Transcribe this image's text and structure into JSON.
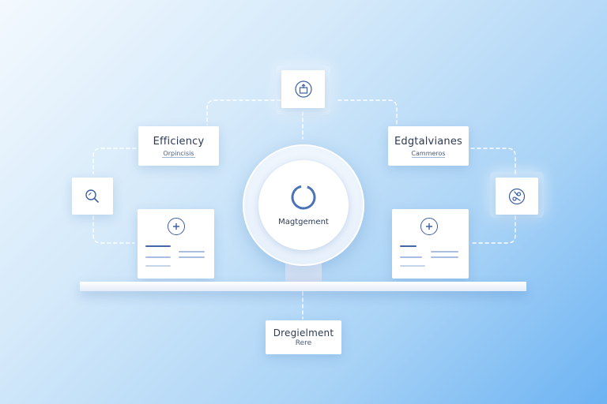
{
  "diagram": {
    "hub": {
      "label": "Magtgement",
      "icon": "ring-icon"
    },
    "top_node": {
      "icon": "box-icon"
    },
    "left_label": {
      "title": "Efficiency",
      "subtitle": "Orpincisis"
    },
    "right_label": {
      "title": "Edgtalvianes",
      "subtitle": "Cammeros"
    },
    "left_icon": {
      "icon": "search-icon"
    },
    "right_icon": {
      "icon": "scissors-icon"
    },
    "left_doc": {
      "icon": "plus-icon"
    },
    "right_doc": {
      "icon": "plus-icon"
    },
    "bottom_label": {
      "title": "Dregielment",
      "subtitle": "Rere"
    }
  },
  "colors": {
    "accent": "#3c5fa4",
    "line_dark": "#4466a8",
    "line_light": "#a8bde0",
    "background_light": "#f3f9fe",
    "background_dark": "#6cb3f3"
  }
}
